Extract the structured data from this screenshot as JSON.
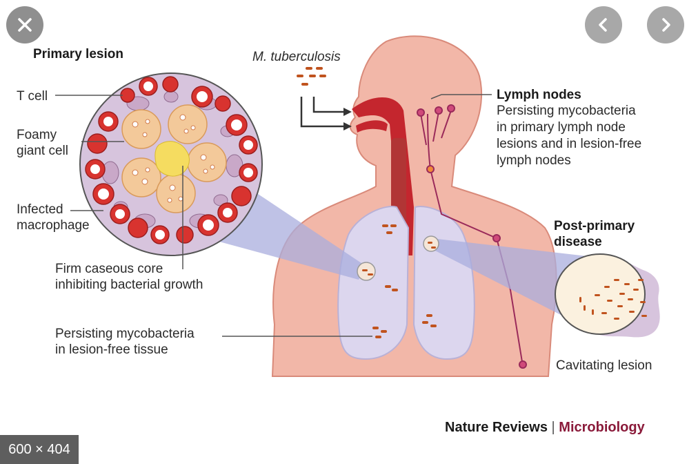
{
  "viewer": {
    "close_label": "close",
    "prev_label": "previous",
    "next_label": "next",
    "dimensions": "600 × 404"
  },
  "figure": {
    "primary_lesion_title": "Primary lesion",
    "t_cell": "T cell",
    "foamy_giant_cell_1": "Foamy",
    "foamy_giant_cell_2": "giant cell",
    "infected_macrophage_1": "Infected",
    "infected_macrophage_2": "macrophage",
    "caseous_core_1": "Firm caseous core",
    "caseous_core_2": "inhibiting bacterial growth",
    "persisting_tissue_1": "Persisting mycobacteria",
    "persisting_tissue_2": "in lesion-free tissue",
    "pathogen": "M. tuberculosis",
    "lymph_nodes_title": "Lymph nodes",
    "lymph_nodes_1": "Persisting mycobacteria",
    "lymph_nodes_2": "in primary lymph node",
    "lymph_nodes_3": "lesions and in lesion-free",
    "lymph_nodes_4": "lymph nodes",
    "post_primary_1": "Post-primary",
    "post_primary_2": "disease",
    "cavitating_lesion": "Cavitating lesion",
    "credit_publisher": "Nature Reviews",
    "credit_separator": "|",
    "credit_journal": "Microbiology"
  },
  "colors": {
    "body_fill": "#f2b7a8",
    "lung_fill": "#dcd6ee",
    "zoom_fill": "#a9aede",
    "airway": "#c4262e",
    "lymph": "#9a2a5a",
    "bacteria": "#c0531e",
    "macrophage": "#c9a8c8",
    "t_cell": "#d8332f",
    "giant_cell": "#f3c99a",
    "core": "#f5dc60"
  }
}
